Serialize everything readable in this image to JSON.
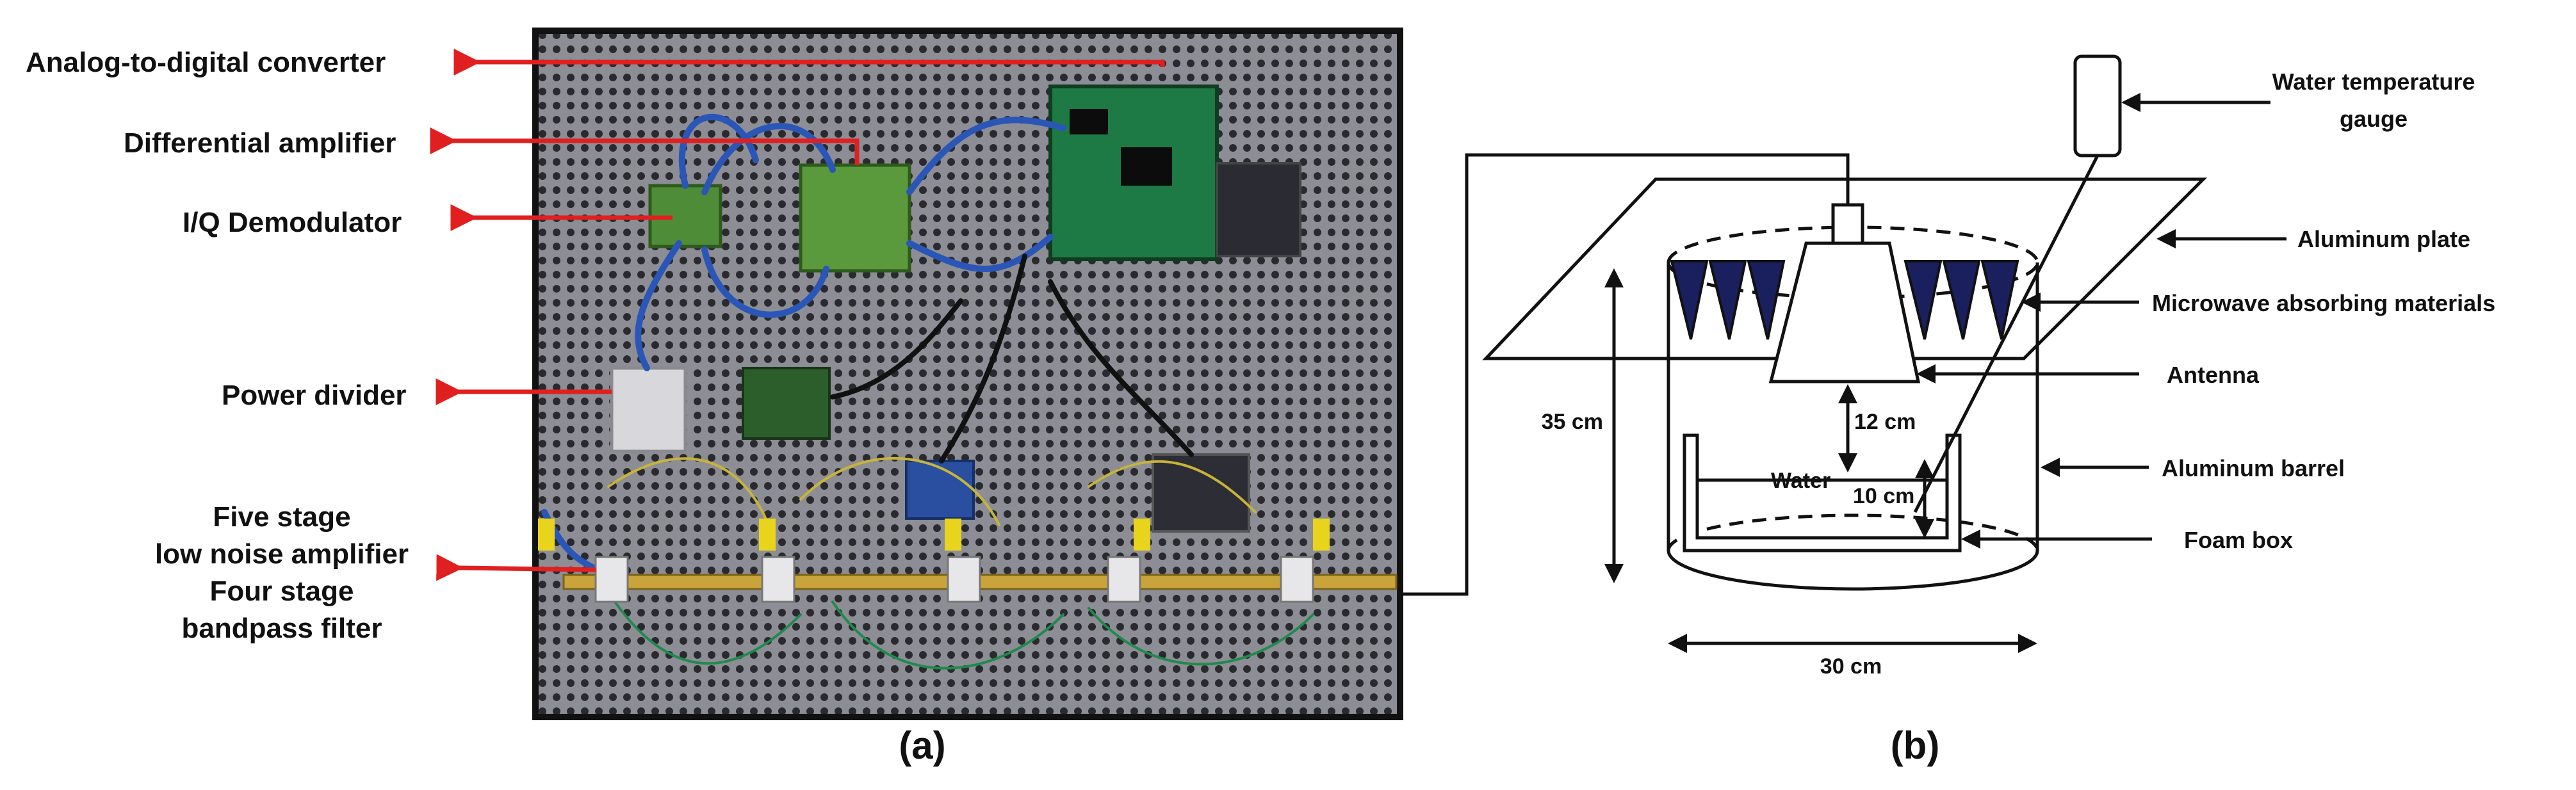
{
  "panel_a": {
    "caption": "(a)",
    "labels": {
      "adc": "Analog-to-digital converter",
      "diff_amp": "Differential amplifier",
      "iq": "I/Q Demodulator",
      "power_divider": "Power divider",
      "lna_line1": "Five stage",
      "lna_line2": "low noise amplifier",
      "lna_line3": "Four stage",
      "lna_line4": "bandpass filter"
    },
    "arrow_color": "#e02020"
  },
  "panel_b": {
    "caption": "(b)",
    "labels": {
      "gauge_line1": "Water temperature",
      "gauge_line2": "gauge",
      "plate": "Aluminum plate",
      "absorber": "Microwave absorbing materials",
      "antenna": "Antenna",
      "barrel": "Aluminum barrel",
      "foam": "Foam box",
      "water": "Water"
    },
    "dimensions": {
      "height": "35 cm",
      "width": "30 cm",
      "antenna_gap": "12 cm",
      "water_depth": "10 cm"
    },
    "absorber_color": "#1a1f5e"
  }
}
